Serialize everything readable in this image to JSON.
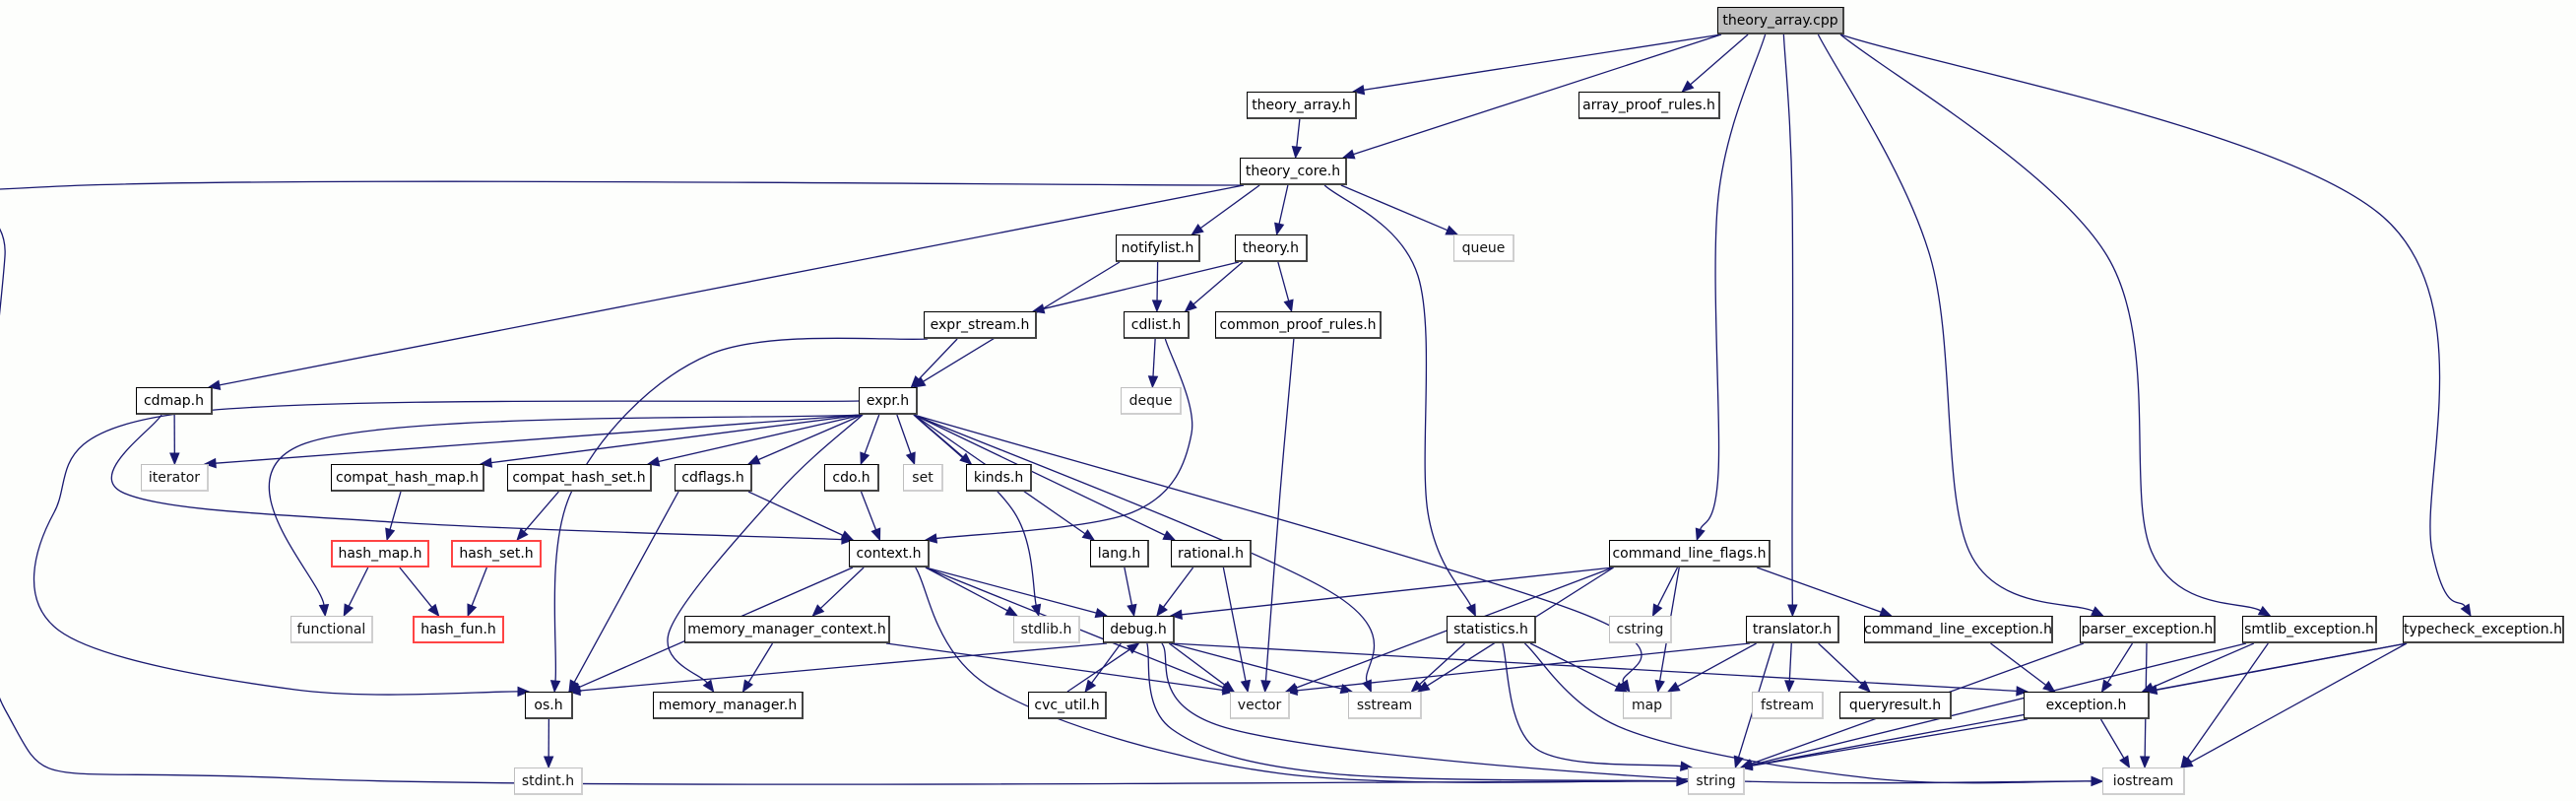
{
  "title": "theory_array.cpp include dependency graph",
  "colors": {
    "edge": "#191970",
    "root_fill": "#bfbfbf",
    "missing_border": "#ff4444",
    "system_border": "#bfbfbf"
  },
  "nodes": [
    {
      "id": "theory_array_cpp",
      "label": "theory_array.cpp",
      "kind": "root"
    },
    {
      "id": "theory_array_h",
      "label": "theory_array.h",
      "kind": "header"
    },
    {
      "id": "array_proof_rules_h",
      "label": "array_proof_rules.h",
      "kind": "header"
    },
    {
      "id": "theory_core_h",
      "label": "theory_core.h",
      "kind": "header"
    },
    {
      "id": "notifylist_h",
      "label": "notifylist.h",
      "kind": "header"
    },
    {
      "id": "theory_h",
      "label": "theory.h",
      "kind": "header"
    },
    {
      "id": "queue",
      "label": "queue",
      "kind": "system"
    },
    {
      "id": "expr_stream_h",
      "label": "expr_stream.h",
      "kind": "header"
    },
    {
      "id": "cdlist_h",
      "label": "cdlist.h",
      "kind": "header"
    },
    {
      "id": "common_proof_rules_h",
      "label": "common_proof_rules.h",
      "kind": "header"
    },
    {
      "id": "cdmap_h",
      "label": "cdmap.h",
      "kind": "header"
    },
    {
      "id": "expr_h",
      "label": "expr.h",
      "kind": "header"
    },
    {
      "id": "deque",
      "label": "deque",
      "kind": "system"
    },
    {
      "id": "iterator",
      "label": "iterator",
      "kind": "system"
    },
    {
      "id": "compat_hash_map_h",
      "label": "compat_hash_map.h",
      "kind": "header"
    },
    {
      "id": "compat_hash_set_h",
      "label": "compat_hash_set.h",
      "kind": "header"
    },
    {
      "id": "cdflags_h",
      "label": "cdflags.h",
      "kind": "header"
    },
    {
      "id": "cdo_h",
      "label": "cdo.h",
      "kind": "header"
    },
    {
      "id": "set",
      "label": "set",
      "kind": "system"
    },
    {
      "id": "kinds_h",
      "label": "kinds.h",
      "kind": "header"
    },
    {
      "id": "hash_map_h",
      "label": "hash_map.h",
      "kind": "missing"
    },
    {
      "id": "hash_set_h",
      "label": "hash_set.h",
      "kind": "missing"
    },
    {
      "id": "context_h",
      "label": "context.h",
      "kind": "header"
    },
    {
      "id": "lang_h",
      "label": "lang.h",
      "kind": "header"
    },
    {
      "id": "rational_h",
      "label": "rational.h",
      "kind": "header"
    },
    {
      "id": "command_line_flags_h",
      "label": "command_line_flags.h",
      "kind": "header"
    },
    {
      "id": "functional",
      "label": "functional",
      "kind": "system"
    },
    {
      "id": "hash_fun_h",
      "label": "hash_fun.h",
      "kind": "missing"
    },
    {
      "id": "memory_manager_context_h",
      "label": "memory_manager_context.h",
      "kind": "header"
    },
    {
      "id": "stdlib_h",
      "label": "stdlib.h",
      "kind": "system"
    },
    {
      "id": "debug_h",
      "label": "debug.h",
      "kind": "header"
    },
    {
      "id": "statistics_h",
      "label": "statistics.h",
      "kind": "header"
    },
    {
      "id": "cstring",
      "label": "cstring",
      "kind": "system"
    },
    {
      "id": "translator_h",
      "label": "translator.h",
      "kind": "header"
    },
    {
      "id": "command_line_exception_h",
      "label": "command_line_exception.h",
      "kind": "header"
    },
    {
      "id": "parser_exception_h",
      "label": "parser_exception.h",
      "kind": "header"
    },
    {
      "id": "smtlib_exception_h",
      "label": "smtlib_exception.h",
      "kind": "header"
    },
    {
      "id": "typecheck_exception_h",
      "label": "typecheck_exception.h",
      "kind": "header"
    },
    {
      "id": "os_h",
      "label": "os.h",
      "kind": "header"
    },
    {
      "id": "memory_manager_h",
      "label": "memory_manager.h",
      "kind": "header"
    },
    {
      "id": "cvc_util_h",
      "label": "cvc_util.h",
      "kind": "header"
    },
    {
      "id": "vector",
      "label": "vector",
      "kind": "system"
    },
    {
      "id": "sstream",
      "label": "sstream",
      "kind": "system"
    },
    {
      "id": "map",
      "label": "map",
      "kind": "system"
    },
    {
      "id": "fstream",
      "label": "fstream",
      "kind": "system"
    },
    {
      "id": "queryresult_h",
      "label": "queryresult.h",
      "kind": "header"
    },
    {
      "id": "exception_h",
      "label": "exception.h",
      "kind": "header"
    },
    {
      "id": "stdint_h",
      "label": "stdint.h",
      "kind": "system"
    },
    {
      "id": "string",
      "label": "string",
      "kind": "system"
    },
    {
      "id": "iostream",
      "label": "iostream",
      "kind": "system"
    }
  ],
  "edges": [
    [
      "theory_array_cpp",
      "theory_array_h"
    ],
    [
      "theory_array_cpp",
      "theory_core_h"
    ],
    [
      "theory_array_cpp",
      "array_proof_rules_h"
    ],
    [
      "theory_array_cpp",
      "command_line_flags_h"
    ],
    [
      "theory_array_cpp",
      "translator_h"
    ],
    [
      "theory_array_cpp",
      "parser_exception_h"
    ],
    [
      "theory_array_cpp",
      "smtlib_exception_h"
    ],
    [
      "theory_array_cpp",
      "typecheck_exception_h"
    ],
    [
      "theory_array_h",
      "theory_core_h"
    ],
    [
      "theory_core_h",
      "notifylist_h"
    ],
    [
      "theory_core_h",
      "theory_h"
    ],
    [
      "theory_core_h",
      "queue"
    ],
    [
      "theory_core_h",
      "cdmap_h"
    ],
    [
      "theory_core_h",
      "statistics_h"
    ],
    [
      "theory_core_h",
      "string"
    ],
    [
      "notifylist_h",
      "expr_h"
    ],
    [
      "notifylist_h",
      "cdlist_h"
    ],
    [
      "theory_h",
      "expr_stream_h"
    ],
    [
      "theory_h",
      "cdlist_h"
    ],
    [
      "theory_h",
      "common_proof_rules_h"
    ],
    [
      "expr_stream_h",
      "expr_h"
    ],
    [
      "expr_stream_h",
      "os_h"
    ],
    [
      "cdlist_h",
      "deque"
    ],
    [
      "cdlist_h",
      "context_h"
    ],
    [
      "common_proof_rules_h",
      "vector"
    ],
    [
      "cdmap_h",
      "iterator"
    ],
    [
      "cdmap_h",
      "context_h"
    ],
    [
      "expr_h",
      "iterator"
    ],
    [
      "expr_h",
      "compat_hash_map_h"
    ],
    [
      "expr_h",
      "compat_hash_set_h"
    ],
    [
      "expr_h",
      "cdflags_h"
    ],
    [
      "expr_h",
      "cdo_h"
    ],
    [
      "expr_h",
      "set"
    ],
    [
      "expr_h",
      "kinds_h"
    ],
    [
      "expr_h",
      "functional"
    ],
    [
      "expr_h",
      "os_h"
    ],
    [
      "expr_h",
      "memory_manager_h"
    ],
    [
      "expr_h",
      "stdlib_h"
    ],
    [
      "expr_h",
      "lang_h"
    ],
    [
      "expr_h",
      "rational_h"
    ],
    [
      "expr_h",
      "sstream"
    ],
    [
      "expr_h",
      "map"
    ],
    [
      "compat_hash_map_h",
      "hash_map_h"
    ],
    [
      "compat_hash_set_h",
      "hash_set_h"
    ],
    [
      "hash_map_h",
      "functional"
    ],
    [
      "hash_map_h",
      "hash_fun_h"
    ],
    [
      "hash_set_h",
      "hash_fun_h"
    ],
    [
      "cdflags_h",
      "context_h"
    ],
    [
      "cdflags_h",
      "os_h"
    ],
    [
      "cdo_h",
      "context_h"
    ],
    [
      "context_h",
      "memory_manager_context_h"
    ],
    [
      "context_h",
      "stdlib_h"
    ],
    [
      "context_h",
      "debug_h"
    ],
    [
      "context_h",
      "os_h"
    ],
    [
      "context_h",
      "vector"
    ],
    [
      "context_h",
      "string"
    ],
    [
      "lang_h",
      "debug_h"
    ],
    [
      "rational_h",
      "debug_h"
    ],
    [
      "rational_h",
      "vector"
    ],
    [
      "memory_manager_context_h",
      "memory_manager_h"
    ],
    [
      "memory_manager_context_h",
      "vector"
    ],
    [
      "debug_h",
      "os_h"
    ],
    [
      "debug_h",
      "cvc_util_h"
    ],
    [
      "debug_h",
      "vector"
    ],
    [
      "debug_h",
      "sstream"
    ],
    [
      "debug_h",
      "exception_h"
    ],
    [
      "debug_h",
      "string"
    ],
    [
      "debug_h",
      "iostream"
    ],
    [
      "cvc_util_h",
      "debug_h"
    ],
    [
      "command_line_flags_h",
      "debug_h"
    ],
    [
      "command_line_flags_h",
      "vector"
    ],
    [
      "command_line_flags_h",
      "sstream"
    ],
    [
      "command_line_flags_h",
      "cstring"
    ],
    [
      "command_line_flags_h",
      "map"
    ],
    [
      "command_line_flags_h",
      "command_line_exception_h"
    ],
    [
      "statistics_h",
      "sstream"
    ],
    [
      "statistics_h",
      "map"
    ],
    [
      "statistics_h",
      "string"
    ],
    [
      "statistics_h",
      "iostream"
    ],
    [
      "translator_h",
      "vector"
    ],
    [
      "translator_h",
      "map"
    ],
    [
      "translator_h",
      "string"
    ],
    [
      "translator_h",
      "fstream"
    ],
    [
      "translator_h",
      "queryresult_h"
    ],
    [
      "command_line_exception_h",
      "exception_h"
    ],
    [
      "parser_exception_h",
      "exception_h"
    ],
    [
      "parser_exception_h",
      "string"
    ],
    [
      "parser_exception_h",
      "iostream"
    ],
    [
      "smtlib_exception_h",
      "exception_h"
    ],
    [
      "smtlib_exception_h",
      "string"
    ],
    [
      "smtlib_exception_h",
      "iostream"
    ],
    [
      "typecheck_exception_h",
      "exception_h"
    ],
    [
      "typecheck_exception_h",
      "string"
    ],
    [
      "typecheck_exception_h",
      "iostream"
    ],
    [
      "exception_h",
      "string"
    ],
    [
      "exception_h",
      "iostream"
    ],
    [
      "os_h",
      "stdint_h"
    ]
  ]
}
